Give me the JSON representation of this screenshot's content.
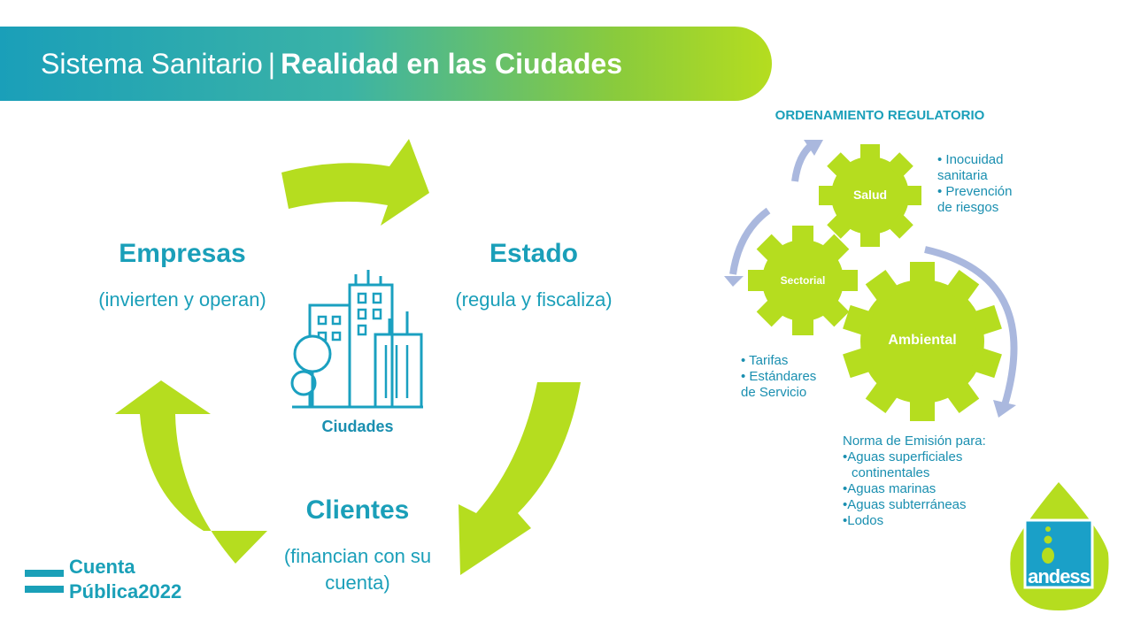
{
  "banner": {
    "title_light": "Sistema Sanitario",
    "title_sep": "|",
    "title_bold": "Realidad en las Ciudades"
  },
  "cycle": {
    "empresas": {
      "title": "Empresas",
      "subtitle": "(invierten y operan)"
    },
    "estado": {
      "title": "Estado",
      "subtitle": "(regula y fiscaliza)"
    },
    "clientes": {
      "title": "Clientes",
      "subtitle_line1": "(financian con su",
      "subtitle_line2": "cuenta)"
    },
    "center_label": "Ciudades"
  },
  "regulatory": {
    "heading": "ORDENAMIENTO  REGULATORIO",
    "gears": {
      "salud": "Salud",
      "sectorial": "Sectorial",
      "ambiental": "Ambiental"
    },
    "salud_bullets": [
      "• Inocuidad",
      "sanitaria",
      "• Prevención",
      "de riesgos"
    ],
    "sectorial_bullets": [
      "• Tarifas",
      "• Estándares",
      "de Servicio"
    ],
    "ambiental_heading": "Norma de Emisión para:",
    "ambiental_bullets": [
      "•Aguas superficiales",
      "continentales",
      "•Aguas marinas",
      "•Aguas subterráneas",
      "•Lodos"
    ]
  },
  "footer": {
    "hashtag_symbol": "#",
    "hashtag_line1": "Cuenta",
    "hashtag_line2": "Pública2022",
    "logo_text": "andess"
  },
  "colors": {
    "teal": "#1a9fb9",
    "lime": "#b5dd1f",
    "arrow_blue": "#aab8de"
  }
}
